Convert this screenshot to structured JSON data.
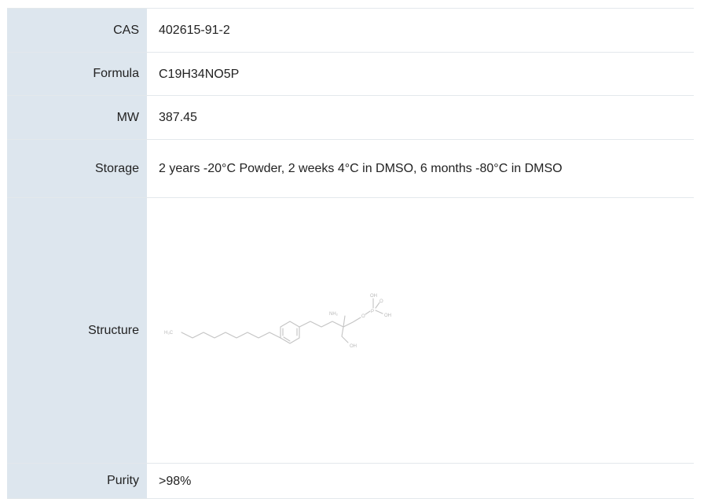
{
  "rows": {
    "cas": {
      "label": "CAS",
      "value": "402615-91-2"
    },
    "formula": {
      "label": "Formula",
      "value": "C19H34NO5P"
    },
    "mw": {
      "label": "MW",
      "value": "387.45"
    },
    "storage": {
      "label": "Storage",
      "value": "2 years -20°C Powder, 2 weeks 4°C in DMSO, 6 months -80°C in DMSO"
    },
    "structure": {
      "label": "Structure"
    },
    "purity": {
      "label": "Purity",
      "value": ">98%"
    }
  },
  "colors": {
    "label_bg": "#dde6ee",
    "value_bg": "#ffffff",
    "border": "#e3e8ec",
    "structure_line": "#c4c4c4"
  }
}
